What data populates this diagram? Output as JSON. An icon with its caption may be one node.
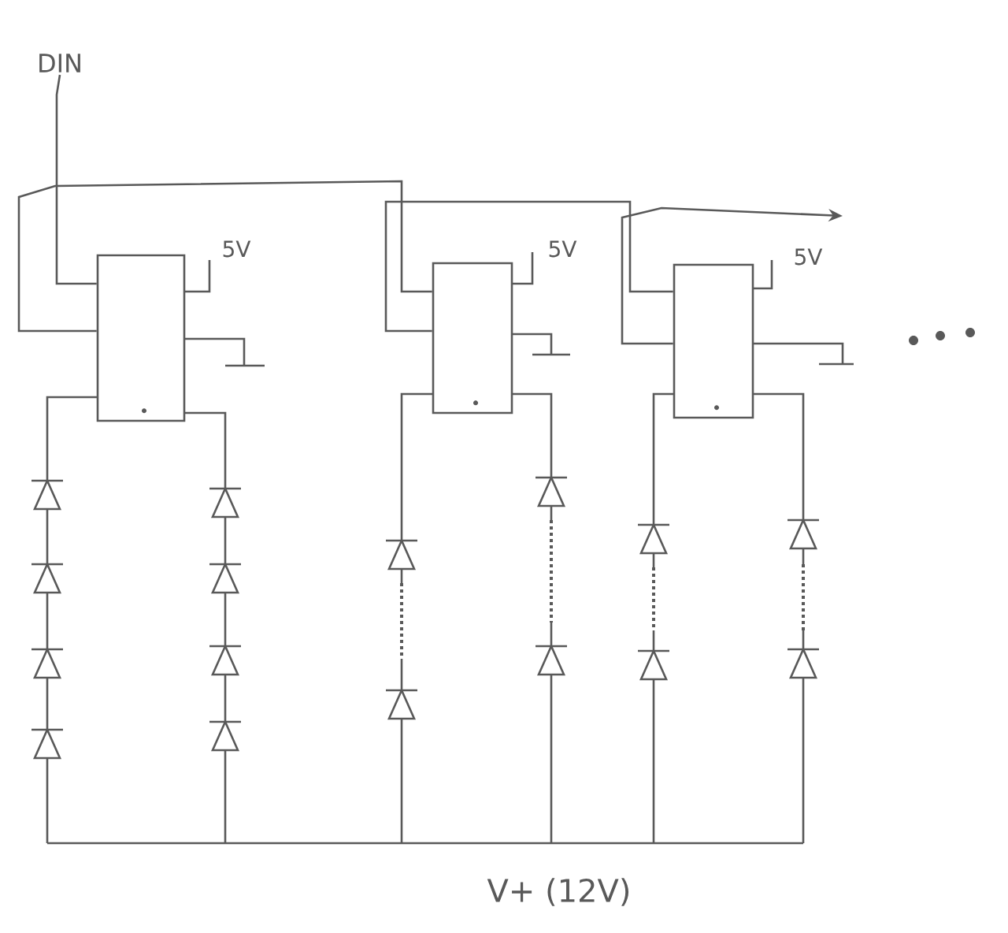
{
  "diagram": {
    "nodes": [
      {
        "text": [
          "DIN"
        ]
      },
      {
        "text": [],
        "shape": "box"
      },
      {
        "text": [],
        "shape": "box"
      },
      {
        "text": [],
        "shape": "box"
      }
    ],
    "edges": [
      {
        "from": 0,
        "to": 1,
        "arrow": "none"
      },
      {
        "from": 1,
        "to": 2,
        "arrow": "none"
      },
      {
        "from": 2,
        "to": 3,
        "arrow": "none"
      },
      {
        "from": 3,
        "to": null,
        "arrow": "to"
      }
    ],
    "labels": [
      "5V",
      "5V",
      "5V",
      "V+ (12V)"
    ]
  }
}
